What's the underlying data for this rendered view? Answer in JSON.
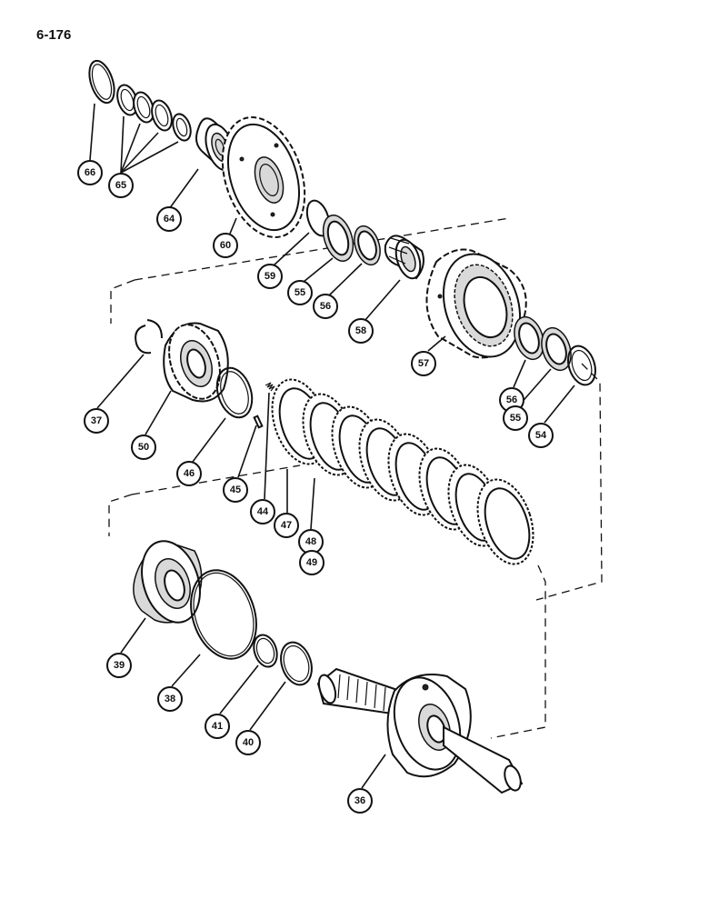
{
  "page": {
    "number": "6-176"
  },
  "callouts": [
    {
      "id": "66",
      "label": "66"
    },
    {
      "id": "65",
      "label": "65"
    },
    {
      "id": "64",
      "label": "64"
    },
    {
      "id": "60",
      "label": "60"
    },
    {
      "id": "59",
      "label": "59"
    },
    {
      "id": "55a",
      "label": "55"
    },
    {
      "id": "56a",
      "label": "56"
    },
    {
      "id": "58",
      "label": "58"
    },
    {
      "id": "57",
      "label": "57"
    },
    {
      "id": "56b",
      "label": "56"
    },
    {
      "id": "55b",
      "label": "55"
    },
    {
      "id": "54",
      "label": "54"
    },
    {
      "id": "37",
      "label": "37"
    },
    {
      "id": "50",
      "label": "50"
    },
    {
      "id": "46",
      "label": "46"
    },
    {
      "id": "45",
      "label": "45"
    },
    {
      "id": "44",
      "label": "44"
    },
    {
      "id": "47",
      "label": "47"
    },
    {
      "id": "48",
      "label": "48"
    },
    {
      "id": "49",
      "label": "49"
    },
    {
      "id": "39",
      "label": "39"
    },
    {
      "id": "38",
      "label": "38"
    },
    {
      "id": "41",
      "label": "41"
    },
    {
      "id": "40",
      "label": "40"
    },
    {
      "id": "36",
      "label": "36"
    }
  ]
}
